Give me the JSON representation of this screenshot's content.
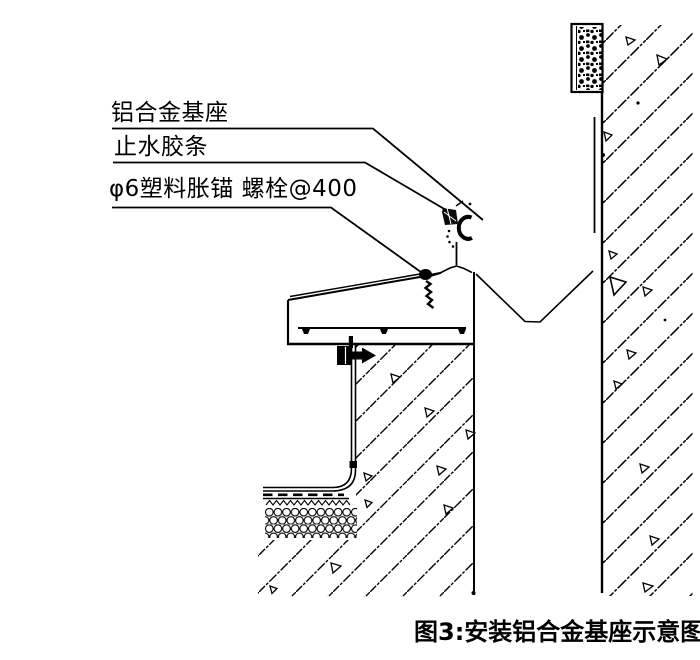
{
  "figure": {
    "caption": "图3:安装铝合金基座示意图"
  },
  "callouts": [
    {
      "label": "铝合金基座"
    },
    {
      "label": "止水胶条"
    },
    {
      "label": "φ6塑料胀锚 螺栓@400"
    }
  ],
  "colors": {
    "line": "#000000",
    "background": "#ffffff"
  }
}
